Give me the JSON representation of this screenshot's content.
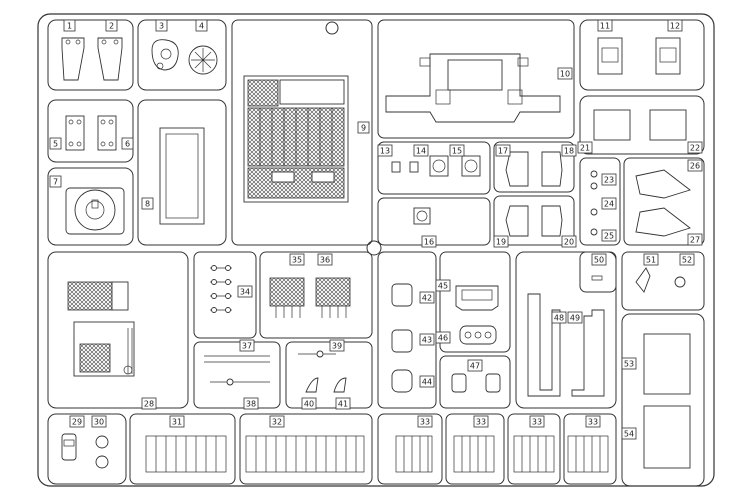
{
  "sprue": {
    "description_none": "",
    "part_numbers": [
      "1",
      "2",
      "3",
      "4",
      "5",
      "6",
      "7",
      "8",
      "9",
      "10",
      "11",
      "12",
      "13",
      "14",
      "15",
      "16",
      "17",
      "18",
      "19",
      "20",
      "21",
      "22",
      "23",
      "24",
      "25",
      "26",
      "27",
      "28",
      "29",
      "30",
      "31",
      "32",
      "33",
      "34",
      "35",
      "36",
      "37",
      "38",
      "39",
      "40",
      "41",
      "42",
      "43",
      "44",
      "45",
      "46",
      "47",
      "48",
      "49",
      "50",
      "51",
      "52",
      "53",
      "54"
    ]
  }
}
